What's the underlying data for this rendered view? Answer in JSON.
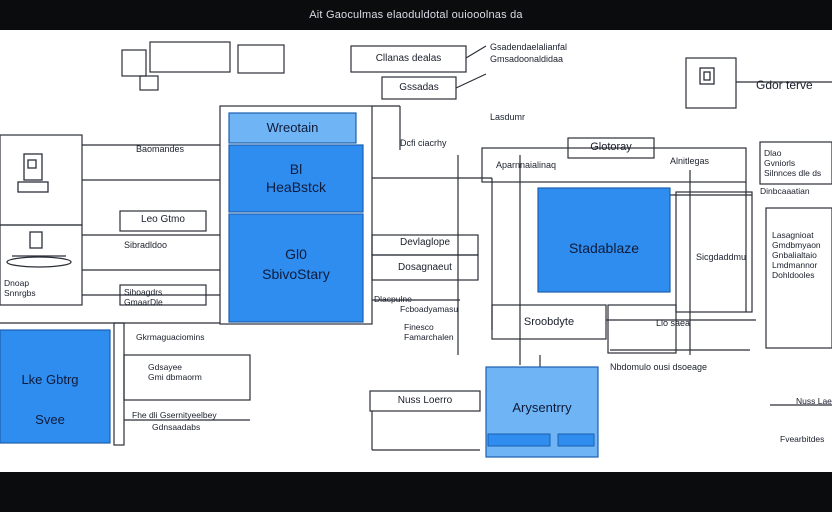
{
  "title": "Ait Gaoculmas elaoduldotal ouiooolnas da",
  "colors": {
    "blue": "#2f8df0",
    "blue_light": "#6fb4f5",
    "line": "#2b2f38",
    "bg": "#ffffff"
  },
  "icons": [
    "network-device-icon",
    "server-icon",
    "router-icon",
    "storage-icon",
    "appliance-icon"
  ],
  "nodes": {
    "top_center_box": "Cllanas dealas",
    "top_center_sub": "Gssadas",
    "top_right_label": "Gdor terve",
    "left_top_label": "Baomandes",
    "block_header": "Wreotain",
    "block_main": "Bl\nHeaBstck",
    "block_lower": "Gl0\nSbivoStary",
    "left_label_mid1": "Leo Gtmo",
    "left_label_mid2": "Sibradldoo",
    "left_label_mid3": "Sihoagdrs\nGmaarDle",
    "left_bottom_blue": "Lke Gbtrg\nSvee",
    "mid_label_dev": "Devlaglope",
    "mid_label_sub": "Dosagnaeut",
    "center_big_blue": "Stadablaze",
    "center_header": "Glotoray",
    "center_small1": "Aparnnaialinaq",
    "center_small2": "Alnitlegas",
    "center_sec": "Sroobdyte",
    "center_bottom_blue": "Arysentrry",
    "bottom_left_box": "Nuss Loerro",
    "right_col1": "Dlao\nGvniorls\nSilnnces dle ds",
    "right_col2": "Lasagnioat\nGmdbmyaon\nGnbalialtaio\nLmdmannor\nDohldooles",
    "right_col3": "Nuss Laers",
    "right_col4": "Fvearbitdes",
    "mid_list1": "Sicgdaddmu",
    "mid_list2": "Gkrmaguaciomins",
    "mid_list3": "Dnoap\nSnnrgbs",
    "mid_list4": "Gdsayee\nGmi dbmaorm",
    "mid_list5": "Llo saea",
    "mid_list6": "Dinbcaaatian",
    "mid_list7": "Finesco\nFamarchalen",
    "center_label_a": "Dcfi ciacrhy",
    "center_label_b": "Nbdomulo ousi dsoeage",
    "center_label_c": "Dlacpulne",
    "center_label_d": "Fcboadyamasu",
    "top_small1": "Gsadendaelalianfal",
    "top_small2": "Gmsadoonaldidaa",
    "top_small3": "Lasdumr",
    "bottom_mid_small1": "Fhe dli Gsernityeelbey",
    "bottom_mid_small2": "Gdnsaadabs"
  }
}
